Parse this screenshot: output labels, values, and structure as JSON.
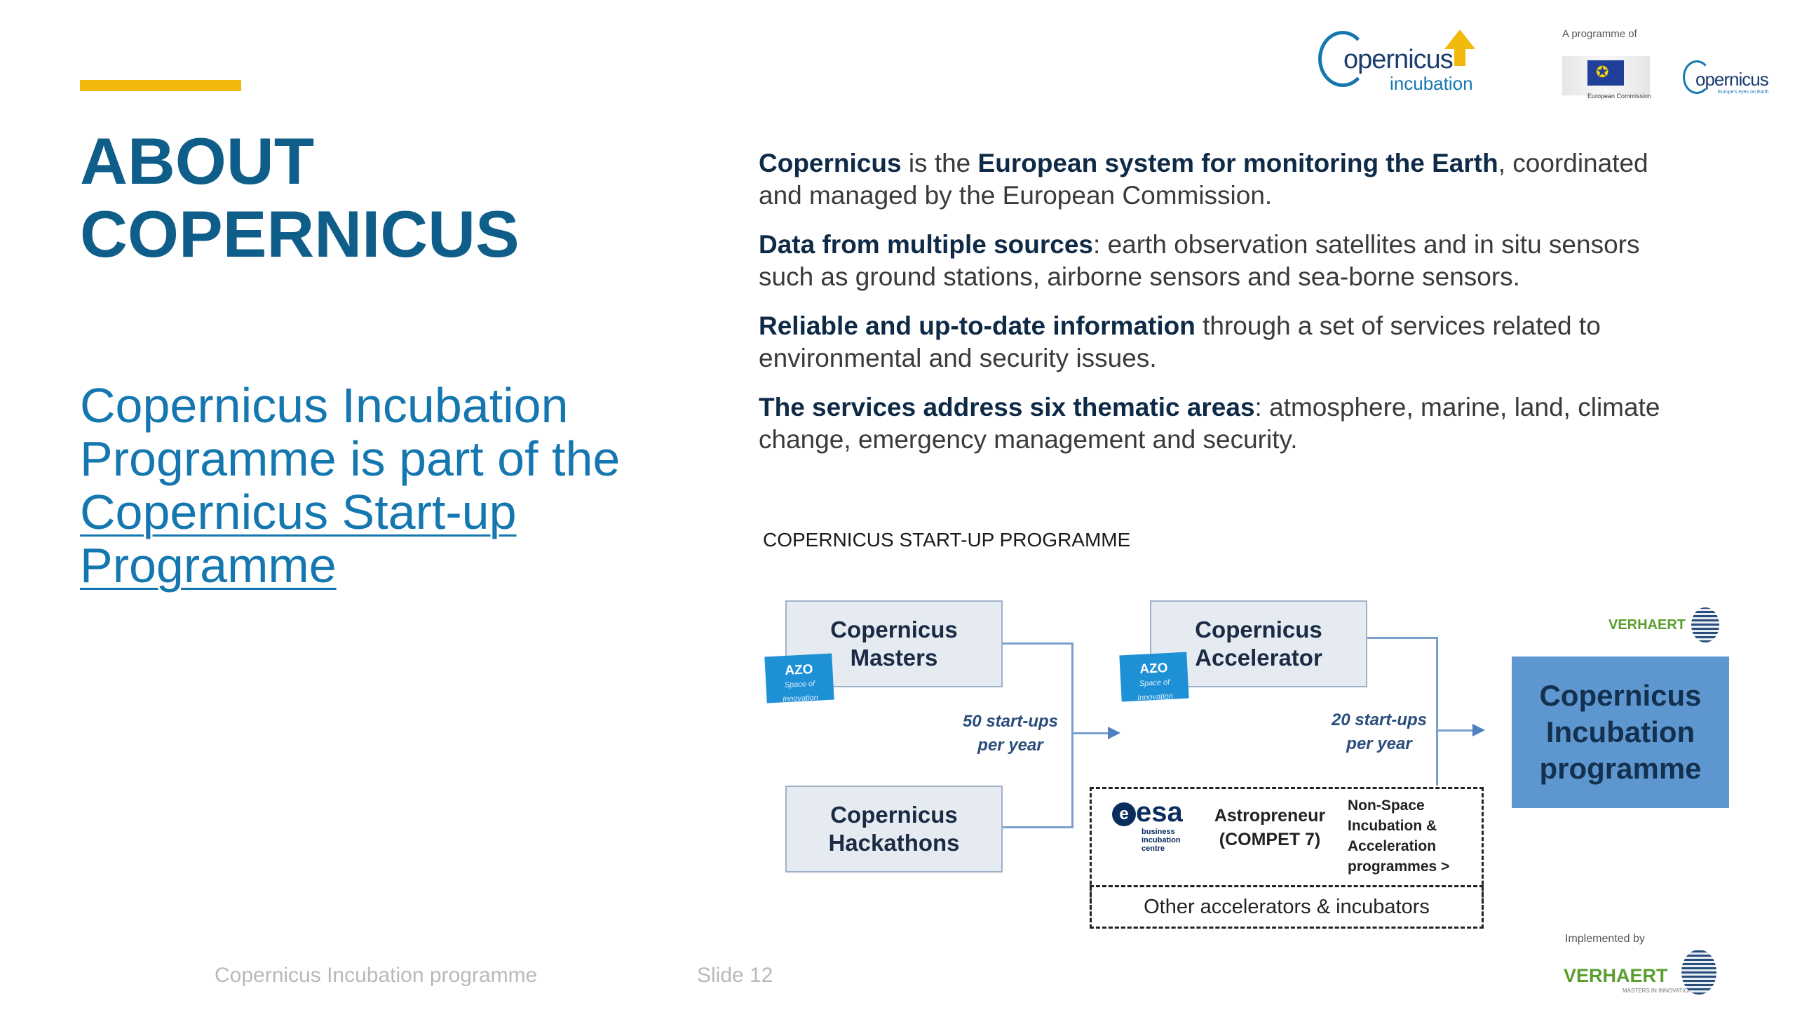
{
  "slide": {
    "title_line1": "ABOUT",
    "title_line2": "COPERNICUS",
    "subtitle_prefix": "Copernicus Incubation Programme is part of the ",
    "subtitle_link": "Copernicus Start-up Programme",
    "accent_color": "#f2b90d",
    "title_color": "#0f5e8a"
  },
  "logos": {
    "cop_inc_word": "opernicus",
    "cop_inc_sub": "incubation",
    "programme_of": "A programme of",
    "ec_text": "European Commission",
    "cop_word": "opernicus",
    "cop_tag": "Europe's eyes on Earth"
  },
  "paragraphs": [
    {
      "bold": "Copernicus",
      "mid": " is the ",
      "bold2": "European system for monitoring the Earth",
      "rest": ", coordinated and managed by the European Commission."
    },
    {
      "bold": "Data from multiple sources",
      "rest": ": earth observation satellites and in situ sensors such as ground stations, airborne sensors and sea-borne sensors."
    },
    {
      "bold": "Reliable and up-to-date information",
      "rest": " through a set of services related to environmental and security issues."
    },
    {
      "bold": "The services address six thematic areas",
      "rest": ": atmosphere, marine, land, climate change, emergency management and security."
    }
  ],
  "diagram": {
    "title": "COPERNICUS START-UP PROGRAMME",
    "masters": "Copernicus Masters",
    "accelerator": "Copernicus Accelerator",
    "hackathons": "Copernicus Hackathons",
    "incubation": "Copernicus Incubation programme",
    "azo": "AZO",
    "azo_tag": "Space of Innovation",
    "rate_1_line1": "50 start-ups",
    "rate_1_line2": "per year",
    "rate_2_line1": "20 start-ups",
    "rate_2_line2": "per year",
    "esa_letter": "e",
    "esa_word": "esa",
    "esa_sub": "business incubation centre",
    "astro": "Astropreneur (COMPET 7)",
    "nonspace": "Non-Space Incubation & Acceleration programmes >",
    "other": "Other accelerators & incubators",
    "verhaert": "VERHAERT"
  },
  "footer": {
    "implemented_by": "Implemented by",
    "verhaert": "VERHAERT",
    "verhaert_sub": "MASTERS IN INNOVATION",
    "left": "Copernicus Incubation programme",
    "right": "Slide 12"
  }
}
